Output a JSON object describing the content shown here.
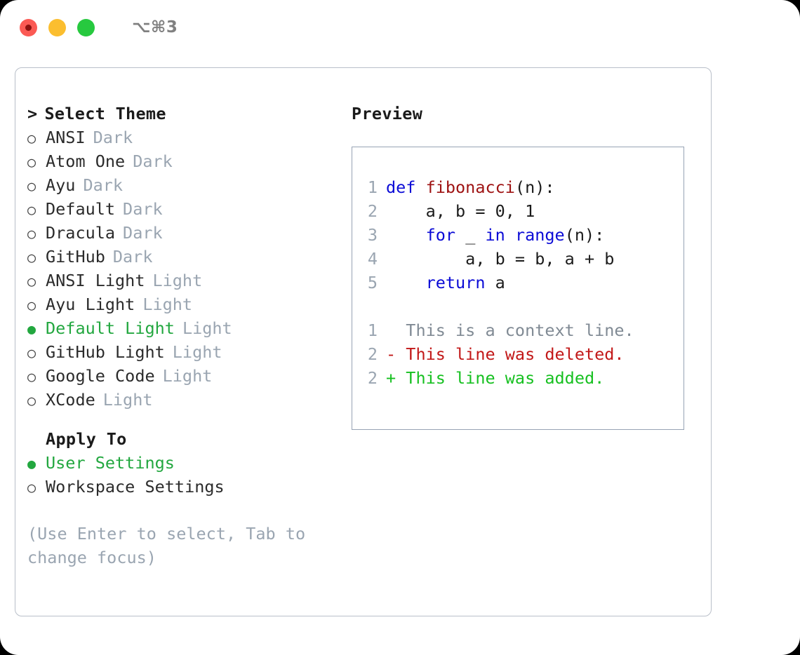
{
  "titlebar": {
    "shortcut": "⌥⌘3",
    "buttons": [
      {
        "name": "close",
        "color": "#fb5a54"
      },
      {
        "name": "minimize",
        "color": "#fbbe2f"
      },
      {
        "name": "zoom",
        "color": "#27c93f"
      }
    ]
  },
  "theme_list": {
    "heading": "Select Theme",
    "caret": ">",
    "marker_selected": "●",
    "marker_unselected": "○",
    "items": [
      {
        "label": "ANSI",
        "tag": "Dark",
        "selected": false
      },
      {
        "label": "Atom One",
        "tag": "Dark",
        "selected": false
      },
      {
        "label": "Ayu",
        "tag": "Dark",
        "selected": false
      },
      {
        "label": "Default",
        "tag": "Dark",
        "selected": false
      },
      {
        "label": "Dracula",
        "tag": "Dark",
        "selected": false
      },
      {
        "label": "GitHub",
        "tag": "Dark",
        "selected": false
      },
      {
        "label": "ANSI Light",
        "tag": "Light",
        "selected": false
      },
      {
        "label": "Ayu Light",
        "tag": "Light",
        "selected": false
      },
      {
        "label": "Default Light",
        "tag": "Light",
        "selected": true
      },
      {
        "label": "GitHub Light",
        "tag": "Light",
        "selected": false
      },
      {
        "label": "Google Code",
        "tag": "Light",
        "selected": false
      },
      {
        "label": "XCode",
        "tag": "Light",
        "selected": false
      }
    ]
  },
  "apply_to": {
    "heading": "Apply To",
    "items": [
      {
        "label": "User Settings",
        "selected": true
      },
      {
        "label": "Workspace Settings",
        "selected": false
      }
    ]
  },
  "hint": "(Use Enter to select, Tab to change focus)",
  "preview": {
    "title": "Preview",
    "code_lines": [
      {
        "number": "1",
        "tokens": [
          {
            "text": "def ",
            "kind": "kw"
          },
          {
            "text": "fibonacci",
            "kind": "fn"
          },
          {
            "text": "(n):",
            "kind": "plain"
          }
        ]
      },
      {
        "number": "2",
        "tokens": [
          {
            "text": "    a, b = 0, 1",
            "kind": "plain"
          }
        ]
      },
      {
        "number": "3",
        "tokens": [
          {
            "text": "    ",
            "kind": "plain"
          },
          {
            "text": "for",
            "kind": "kw"
          },
          {
            "text": " _ ",
            "kind": "plain"
          },
          {
            "text": "in",
            "kind": "kw"
          },
          {
            "text": " ",
            "kind": "plain"
          },
          {
            "text": "range",
            "kind": "kw"
          },
          {
            "text": "(n):",
            "kind": "plain"
          }
        ]
      },
      {
        "number": "4",
        "tokens": [
          {
            "text": "        a, b = b, a + b",
            "kind": "plain"
          }
        ]
      },
      {
        "number": "5",
        "tokens": [
          {
            "text": "    ",
            "kind": "plain"
          },
          {
            "text": "return",
            "kind": "kw"
          },
          {
            "text": " a",
            "kind": "plain"
          }
        ]
      }
    ],
    "diff_lines": [
      {
        "number": "1",
        "sign": "  ",
        "text": "This is a context line.",
        "kind": "ctx"
      },
      {
        "number": "2",
        "sign": "- ",
        "text": "This line was deleted.",
        "kind": "del"
      },
      {
        "number": "2",
        "sign": "+ ",
        "text": "This line was added.",
        "kind": "add"
      }
    ]
  },
  "colors": {
    "accent_green": "#22a73f",
    "muted_gray": "#9aa5b1",
    "keyword_blue": "#0b0bd6",
    "function_red": "#9e1212",
    "diff_add": "#16c020",
    "diff_del": "#c21818",
    "panel_border": "#b9bfc9"
  }
}
